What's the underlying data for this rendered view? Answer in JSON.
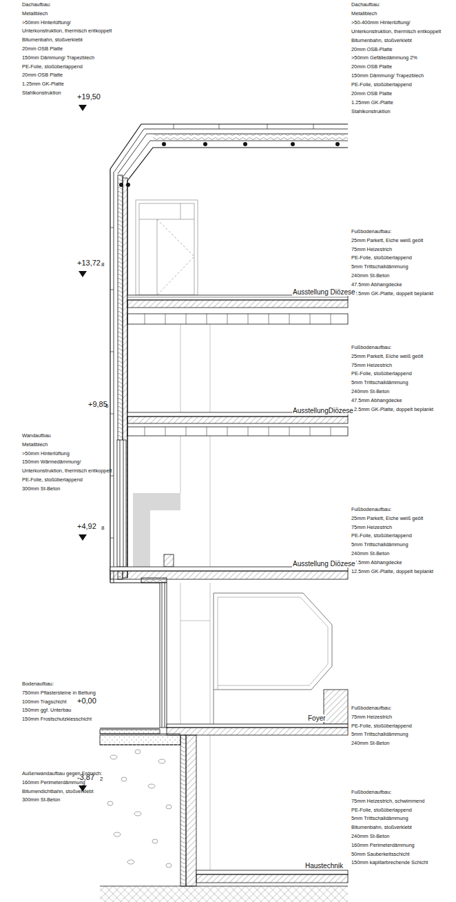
{
  "diagram": {
    "labels": [
      "Dachaufbau:",
      "Metallblech",
      ">50mm Hinterlüftung/",
      "Unterkonstruktion, thermisch entkoppelt",
      "Bitumenbahn, stoßverklebt",
      "20mm OSB Platte",
      "150mm Dämmung/ Trapezblech",
      "PE-Folie, stoßüberlappend",
      "20mm OSB Platte",
      "1.25mm GK-Platte",
      "Stahlkonstruktion",
      "Dachaufbau:",
      "Metallblech",
      ">50-400mm Hinterlüftung/",
      "Unterkonstruktion, thermisch entkoppelt",
      "Bitumenbahn, stoßverklebt",
      "20mm OSB-Platte",
      ">50mm Gefälledämmung 2%",
      "20mm OSB Platte",
      "150mm Dämmung/ Trapezblech",
      "PE-Folie, stoßüberlappend",
      "20mm OSB Platte",
      "1.25mm GK-Platte",
      "Stahlkonstruktion",
      "+19,50",
      "+13,72",
      "8",
      "Fußbodenaufbau:",
      "25mm Parkett, Eiche weiß geölt",
      "75mm Heizestrich",
      "PE-Folie, stoßüberlappend",
      "5mm Trittschalldämmung",
      "240mm St-Beton",
      "47.5mm Abhangdecke",
      "12.5mm GK-Platte, doppelt beplankt",
      "Ausstellung Diözese",
      "Wandaufbau",
      "Metallblech",
      ">50mm Hinterlüftung",
      "150mm Wärmedämmung/",
      "Unterkonstruktion, thermisch entkoppelt",
      "PE-Folie, stoßüberlappend",
      "300mm St-Beton",
      "+9,85",
      "6",
      "Fußbodenaufbau:",
      "25mm Parkett, Eiche weiß geölt",
      "75mm Heizestrich",
      "PE-Folie, stoßüberlappend",
      "5mm Trittschalldämmung",
      "240mm St-Beton",
      "47.5mm Abhangdecke",
      "12.5mm GK-Platte, doppelt beplankt",
      "AusstellungDiözese",
      "+4,92",
      "8",
      "Fußbodenaufbau:",
      "25mm Parkett, Eiche weiß geölt",
      "75mm Heizestrich",
      "PE-Folie, stoßüberlappend",
      "5mm Trittschalldämmung",
      "240mm St-Beton",
      "47.5mm Abhangdecke",
      "12.5mm GK-Platte, doppelt beplankt",
      "Ausstellung Diözese",
      "Bodenaufbau:",
      "750mm Pflastersteine in Bettung",
      "100mm Tragschicht",
      "150mm ggf. Unterbau",
      "150mm Frostschutzkiesschicht",
      "+0,00",
      "Fußbodenaufbau:",
      "75mm Heizestrich",
      "PE-Folie, stoßüberlappend",
      "5mm Trittschalldämmung",
      "240mm St-Beton",
      "Foyer",
      "Außenwandaufbau gegen Erdreich:",
      "160mm Perimeterdämmung",
      "Bitumendichtbahn, stoßverklebt",
      "300mm St-Beton",
      "-3,87",
      "2",
      "Fußbodenaufbau:",
      "75mm Heizestrich, schwimmend",
      "PE-Folie, stoßüberlappend",
      "5mm Trittschalldämmung",
      "Bitumenbahn, stoßverklebt",
      "240mm St-Beton",
      "160mm Perimeterdämmung",
      "50mm Sauberkeitsschicht",
      "150mm kapillarbrechende Schicht",
      "Haustechnik"
    ]
  }
}
